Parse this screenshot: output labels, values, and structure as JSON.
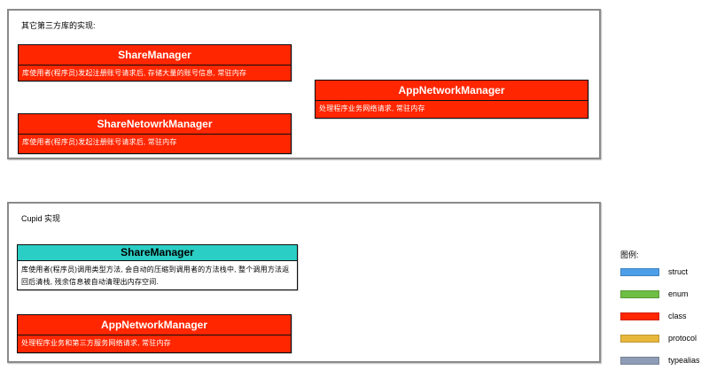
{
  "panels": [
    {
      "label": "其它第三方库的实现:",
      "boxes": [
        {
          "title": "ShareManager",
          "desc": "库使用者(程序员)发起注册账号请求后, 存储大量的账号信息, 常驻内存",
          "kind": "class",
          "header_color": "#FF2600",
          "title_color": "#FFFFFF",
          "body_color": "#FF2600",
          "desc_color": "#FFFFFF"
        },
        {
          "title": "AppNetworkManager",
          "desc": "处理程序业务网络请求, 常驻内存",
          "kind": "class",
          "header_color": "#FF2600",
          "title_color": "#FFFFFF",
          "body_color": "#FF2600",
          "desc_color": "#FFFFFF"
        },
        {
          "title": "ShareNetowrkManager",
          "desc": "库使用者(程序员)发起注册账号请求后, 常驻内存",
          "kind": "class",
          "header_color": "#FF2600",
          "title_color": "#FFFFFF",
          "body_color": "#FF2600",
          "desc_color": "#FFFFFF"
        }
      ]
    },
    {
      "label": "Cupid 实现",
      "boxes": [
        {
          "title": "ShareManager",
          "desc": "库使用者(程序员)调用类型方法, 会自动的压缩到调用者的方法栈中, 整个调用方法返回后清栈, 残余信息被自动清理出内存空间.",
          "kind": "struct",
          "header_color": "#2BCEC4",
          "title_color": "#000000",
          "body_color": "#FFFFFF",
          "desc_color": "#000000"
        },
        {
          "title": "AppNetworkManager",
          "desc": "处理程序业务和第三方服务网络请求, 常驻内存",
          "kind": "class",
          "header_color": "#FF2600",
          "title_color": "#FFFFFF",
          "body_color": "#FF2600",
          "desc_color": "#FFFFFF"
        }
      ]
    }
  ],
  "legend": {
    "title": "图例:",
    "items": [
      {
        "label": "struct",
        "color": "#4C9FE8"
      },
      {
        "label": "enum",
        "color": "#6EBE45"
      },
      {
        "label": "class",
        "color": "#FF2600"
      },
      {
        "label": "protocol",
        "color": "#E7B83C"
      },
      {
        "label": "typealias",
        "color": "#8E9DB5"
      }
    ]
  }
}
